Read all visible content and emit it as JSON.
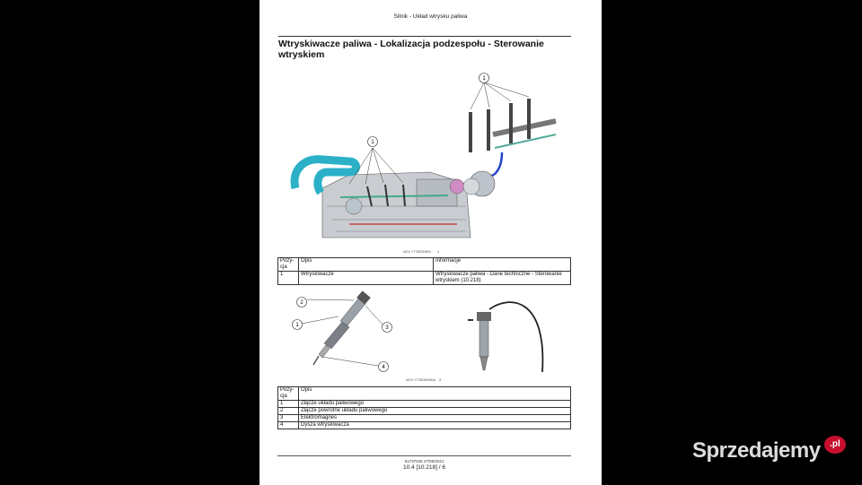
{
  "page": {
    "header": "Silnik - Układ wtrysku paliwa",
    "title": "Wtryskiwacze paliwa - Lokalizacja podzespołu - Sterowanie wtryskiem"
  },
  "figure1": {
    "callout": "1",
    "caption": "MOX.YT785260894",
    "number": "1"
  },
  "table1": {
    "headers": [
      "Pozy-cja",
      "Opis",
      "Informacje"
    ],
    "rows": [
      [
        "1",
        "Wtryskiwacze",
        "Wtryskiwacze paliwa - Dane techniczne - Sterowanie wtryskiem (10.218)"
      ]
    ]
  },
  "figure2": {
    "callouts": [
      "1",
      "2",
      "3",
      "4"
    ],
    "caption": "MOX.YT785260WNA",
    "number": "2"
  },
  "table2": {
    "headers": [
      "Pozy-cja",
      "Opis"
    ],
    "rows": [
      [
        "1",
        "Złącze układu paliwowego"
      ],
      [
        "2",
        "Złącze powrotne układu paliwowego"
      ],
      [
        "3",
        "Elektromagnes"
      ],
      [
        "4",
        "Dysza wtryskiwacza"
      ]
    ]
  },
  "footer": {
    "doc_id": "51737045 27/09/2021",
    "page_ref": "10.4 [10.218] / 6"
  },
  "watermark": {
    "text": "Sprzedajemy",
    "badge": ".pl"
  }
}
